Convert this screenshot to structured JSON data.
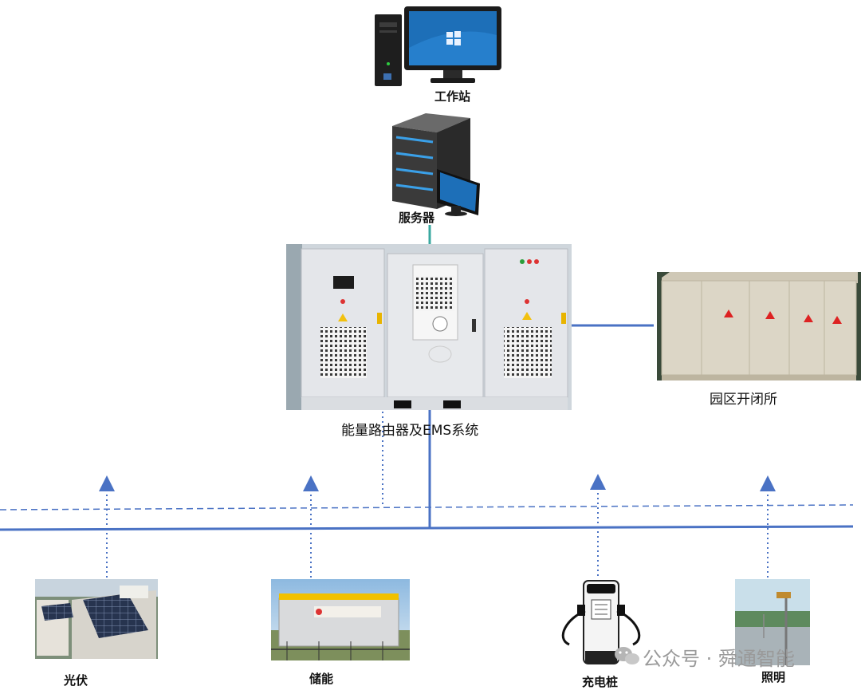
{
  "labels": {
    "workstation": "工作站",
    "server": "服务器",
    "router": "能量路由器及EMS系统",
    "substation": "园区开闭所",
    "pv": "光伏",
    "storage": "储能",
    "charger": "充电桩",
    "lighting": "照明"
  },
  "watermark": "公众号 · 舜通智能",
  "colors": {
    "bus_line": "#4a72c4",
    "link_server": "#3aa8a0",
    "cabinet": "#e4e6ea",
    "monitor_screen": "#1d6fb8"
  }
}
